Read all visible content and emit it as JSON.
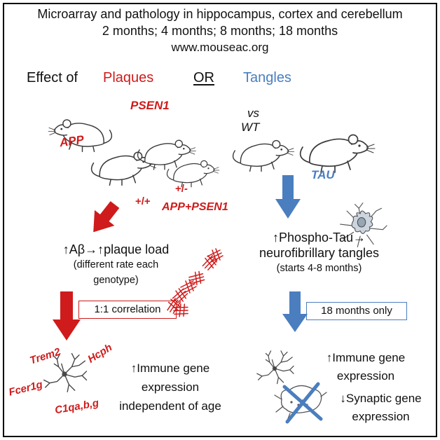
{
  "header": {
    "title": "Microarray and pathology in hippocampus, cortex and cerebellum",
    "timepoints": "2 months; 4 months; 8 months; 18 months",
    "url": "www.mouseac.org"
  },
  "effect": {
    "prefix": "Effect of",
    "plaques": "Plaques",
    "or": "OR",
    "tangles": "Tangles"
  },
  "left": {
    "psen1": "PSEN1",
    "app": "APP",
    "genotype1": "+/+",
    "genotype2": "+/-",
    "app_psen1": "APP+PSEN1",
    "pathway1": "↑Aβ→↑plaque load",
    "pathway2": "(different rate each",
    "pathway3": "genotype)",
    "box": "1:1 correlation",
    "genes": {
      "trem2": "Trem2",
      "hcph": "Hcph",
      "fcer1g": "Fcer1g",
      "c1q": "C1qa,b,g"
    },
    "outcome1": "↑Immune gene",
    "outcome2": "expression",
    "outcome3": "independent of age"
  },
  "right": {
    "vs": "vs",
    "wt": "WT",
    "tau": "TAU",
    "pathway1": "↑Phospho-Tau→",
    "pathway2": "neurofibrillary tangles",
    "pathway3": "(starts 4-8 months)",
    "box": "18 months only",
    "immune1": "↑Immune gene",
    "immune2": "expression",
    "synaptic1": "↓Synaptic gene",
    "synaptic2": "expression"
  },
  "colors": {
    "plaque_red": "#cf1b1b",
    "tangle_blue": "#4a7ebf",
    "text_black": "#111111"
  }
}
